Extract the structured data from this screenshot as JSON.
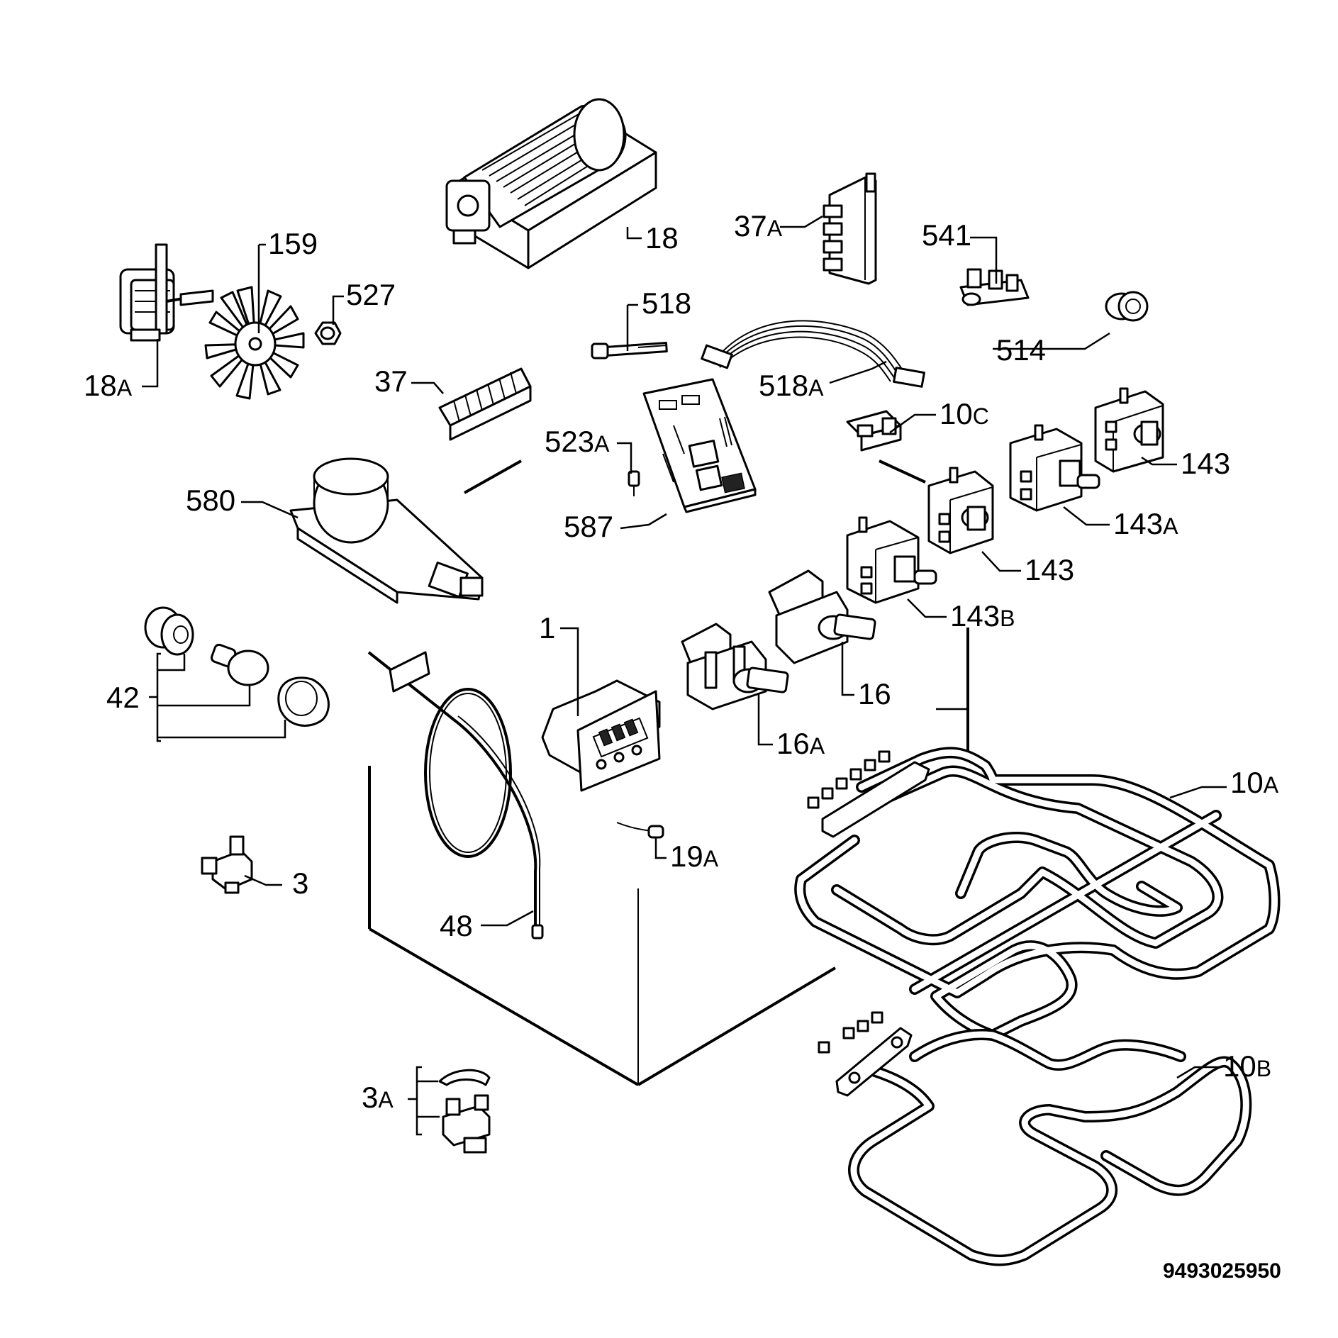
{
  "diagram": {
    "document_number": "9493025950",
    "labels": [
      {
        "id": "18",
        "main": "18",
        "suffix": ""
      },
      {
        "id": "159",
        "main": "159",
        "suffix": ""
      },
      {
        "id": "527",
        "main": "527",
        "suffix": ""
      },
      {
        "id": "18A",
        "main": "18",
        "suffix": "A"
      },
      {
        "id": "37A",
        "main": "37",
        "suffix": "A"
      },
      {
        "id": "541",
        "main": "541",
        "suffix": ""
      },
      {
        "id": "518",
        "main": "518",
        "suffix": ""
      },
      {
        "id": "514",
        "main": "514",
        "suffix": ""
      },
      {
        "id": "37",
        "main": "37",
        "suffix": ""
      },
      {
        "id": "518A",
        "main": "518",
        "suffix": "A"
      },
      {
        "id": "10C",
        "main": "10",
        "suffix": "C"
      },
      {
        "id": "523A",
        "main": "523",
        "suffix": "A"
      },
      {
        "id": "143_top",
        "main": "143",
        "suffix": ""
      },
      {
        "id": "580",
        "main": "580",
        "suffix": ""
      },
      {
        "id": "587",
        "main": "587",
        "suffix": ""
      },
      {
        "id": "143A",
        "main": "143",
        "suffix": "A"
      },
      {
        "id": "143_mid",
        "main": "143",
        "suffix": ""
      },
      {
        "id": "143B",
        "main": "143",
        "suffix": "B"
      },
      {
        "id": "1",
        "main": "1",
        "suffix": ""
      },
      {
        "id": "16",
        "main": "16",
        "suffix": ""
      },
      {
        "id": "42",
        "main": "42",
        "suffix": ""
      },
      {
        "id": "16A",
        "main": "16",
        "suffix": "A"
      },
      {
        "id": "10A",
        "main": "10",
        "suffix": "A"
      },
      {
        "id": "19A",
        "main": "19",
        "suffix": "A"
      },
      {
        "id": "3",
        "main": "3",
        "suffix": ""
      },
      {
        "id": "48",
        "main": "48",
        "suffix": ""
      },
      {
        "id": "10B",
        "main": "10",
        "suffix": "B"
      },
      {
        "id": "3A",
        "main": "3",
        "suffix": "A"
      }
    ]
  }
}
